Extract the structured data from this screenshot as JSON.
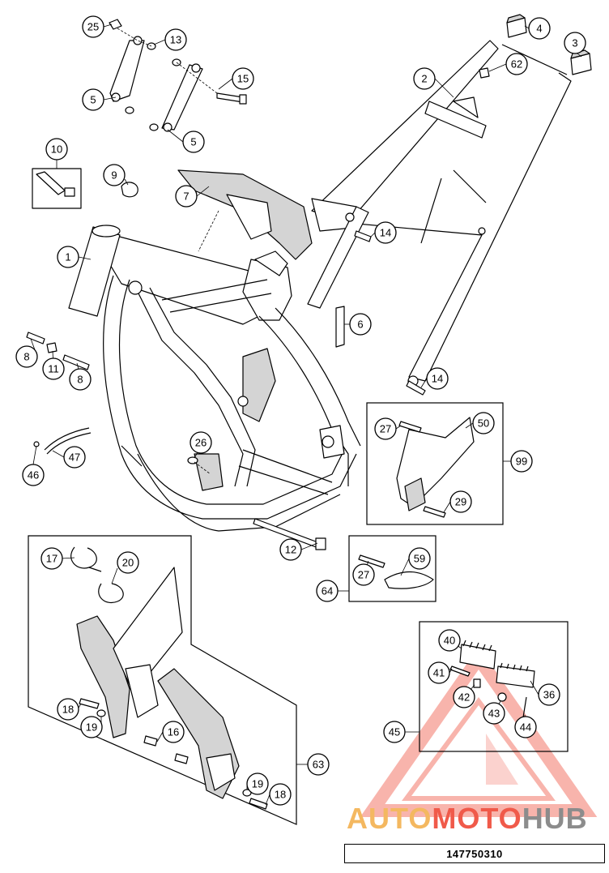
{
  "diagram": {
    "callouts": [
      {
        "id": "c25",
        "label": "25"
      },
      {
        "id": "c13",
        "label": "13"
      },
      {
        "id": "c15",
        "label": "15"
      },
      {
        "id": "c5a",
        "label": "5"
      },
      {
        "id": "c5b",
        "label": "5"
      },
      {
        "id": "c4",
        "label": "4"
      },
      {
        "id": "c3",
        "label": "3"
      },
      {
        "id": "c2",
        "label": "2"
      },
      {
        "id": "c62",
        "label": "62"
      },
      {
        "id": "c10",
        "label": "10"
      },
      {
        "id": "c9",
        "label": "9"
      },
      {
        "id": "c7",
        "label": "7"
      },
      {
        "id": "c1",
        "label": "1"
      },
      {
        "id": "c14a",
        "label": "14"
      },
      {
        "id": "c6",
        "label": "6"
      },
      {
        "id": "c14b",
        "label": "14"
      },
      {
        "id": "c8a",
        "label": "8"
      },
      {
        "id": "c11",
        "label": "11"
      },
      {
        "id": "c8b",
        "label": "8"
      },
      {
        "id": "c27a",
        "label": "27"
      },
      {
        "id": "c50",
        "label": "50"
      },
      {
        "id": "c99",
        "label": "99"
      },
      {
        "id": "c29",
        "label": "29"
      },
      {
        "id": "c26",
        "label": "26"
      },
      {
        "id": "c47",
        "label": "47"
      },
      {
        "id": "c46",
        "label": "46"
      },
      {
        "id": "c12",
        "label": "12"
      },
      {
        "id": "c17",
        "label": "17"
      },
      {
        "id": "c20",
        "label": "20"
      },
      {
        "id": "c59",
        "label": "59"
      },
      {
        "id": "c27b",
        "label": "27"
      },
      {
        "id": "c64",
        "label": "64"
      },
      {
        "id": "c40",
        "label": "40"
      },
      {
        "id": "c41",
        "label": "41"
      },
      {
        "id": "c42",
        "label": "42"
      },
      {
        "id": "c36",
        "label": "36"
      },
      {
        "id": "c43",
        "label": "43"
      },
      {
        "id": "c44",
        "label": "44"
      },
      {
        "id": "c45",
        "label": "45"
      },
      {
        "id": "c18a",
        "label": "18"
      },
      {
        "id": "c19a",
        "label": "19"
      },
      {
        "id": "c16",
        "label": "16"
      },
      {
        "id": "c19b",
        "label": "19"
      },
      {
        "id": "c18b",
        "label": "18"
      },
      {
        "id": "c63",
        "label": "63"
      }
    ],
    "part_number": "147750310"
  },
  "watermark": {
    "part1": "AUTO",
    "part2": "MOTO",
    "part3": "HUB",
    "colors": {
      "auto": "#f4b860",
      "moto": "#f05a4a",
      "hub": "#8c8c8c",
      "triangle": "#f05a4a"
    }
  }
}
